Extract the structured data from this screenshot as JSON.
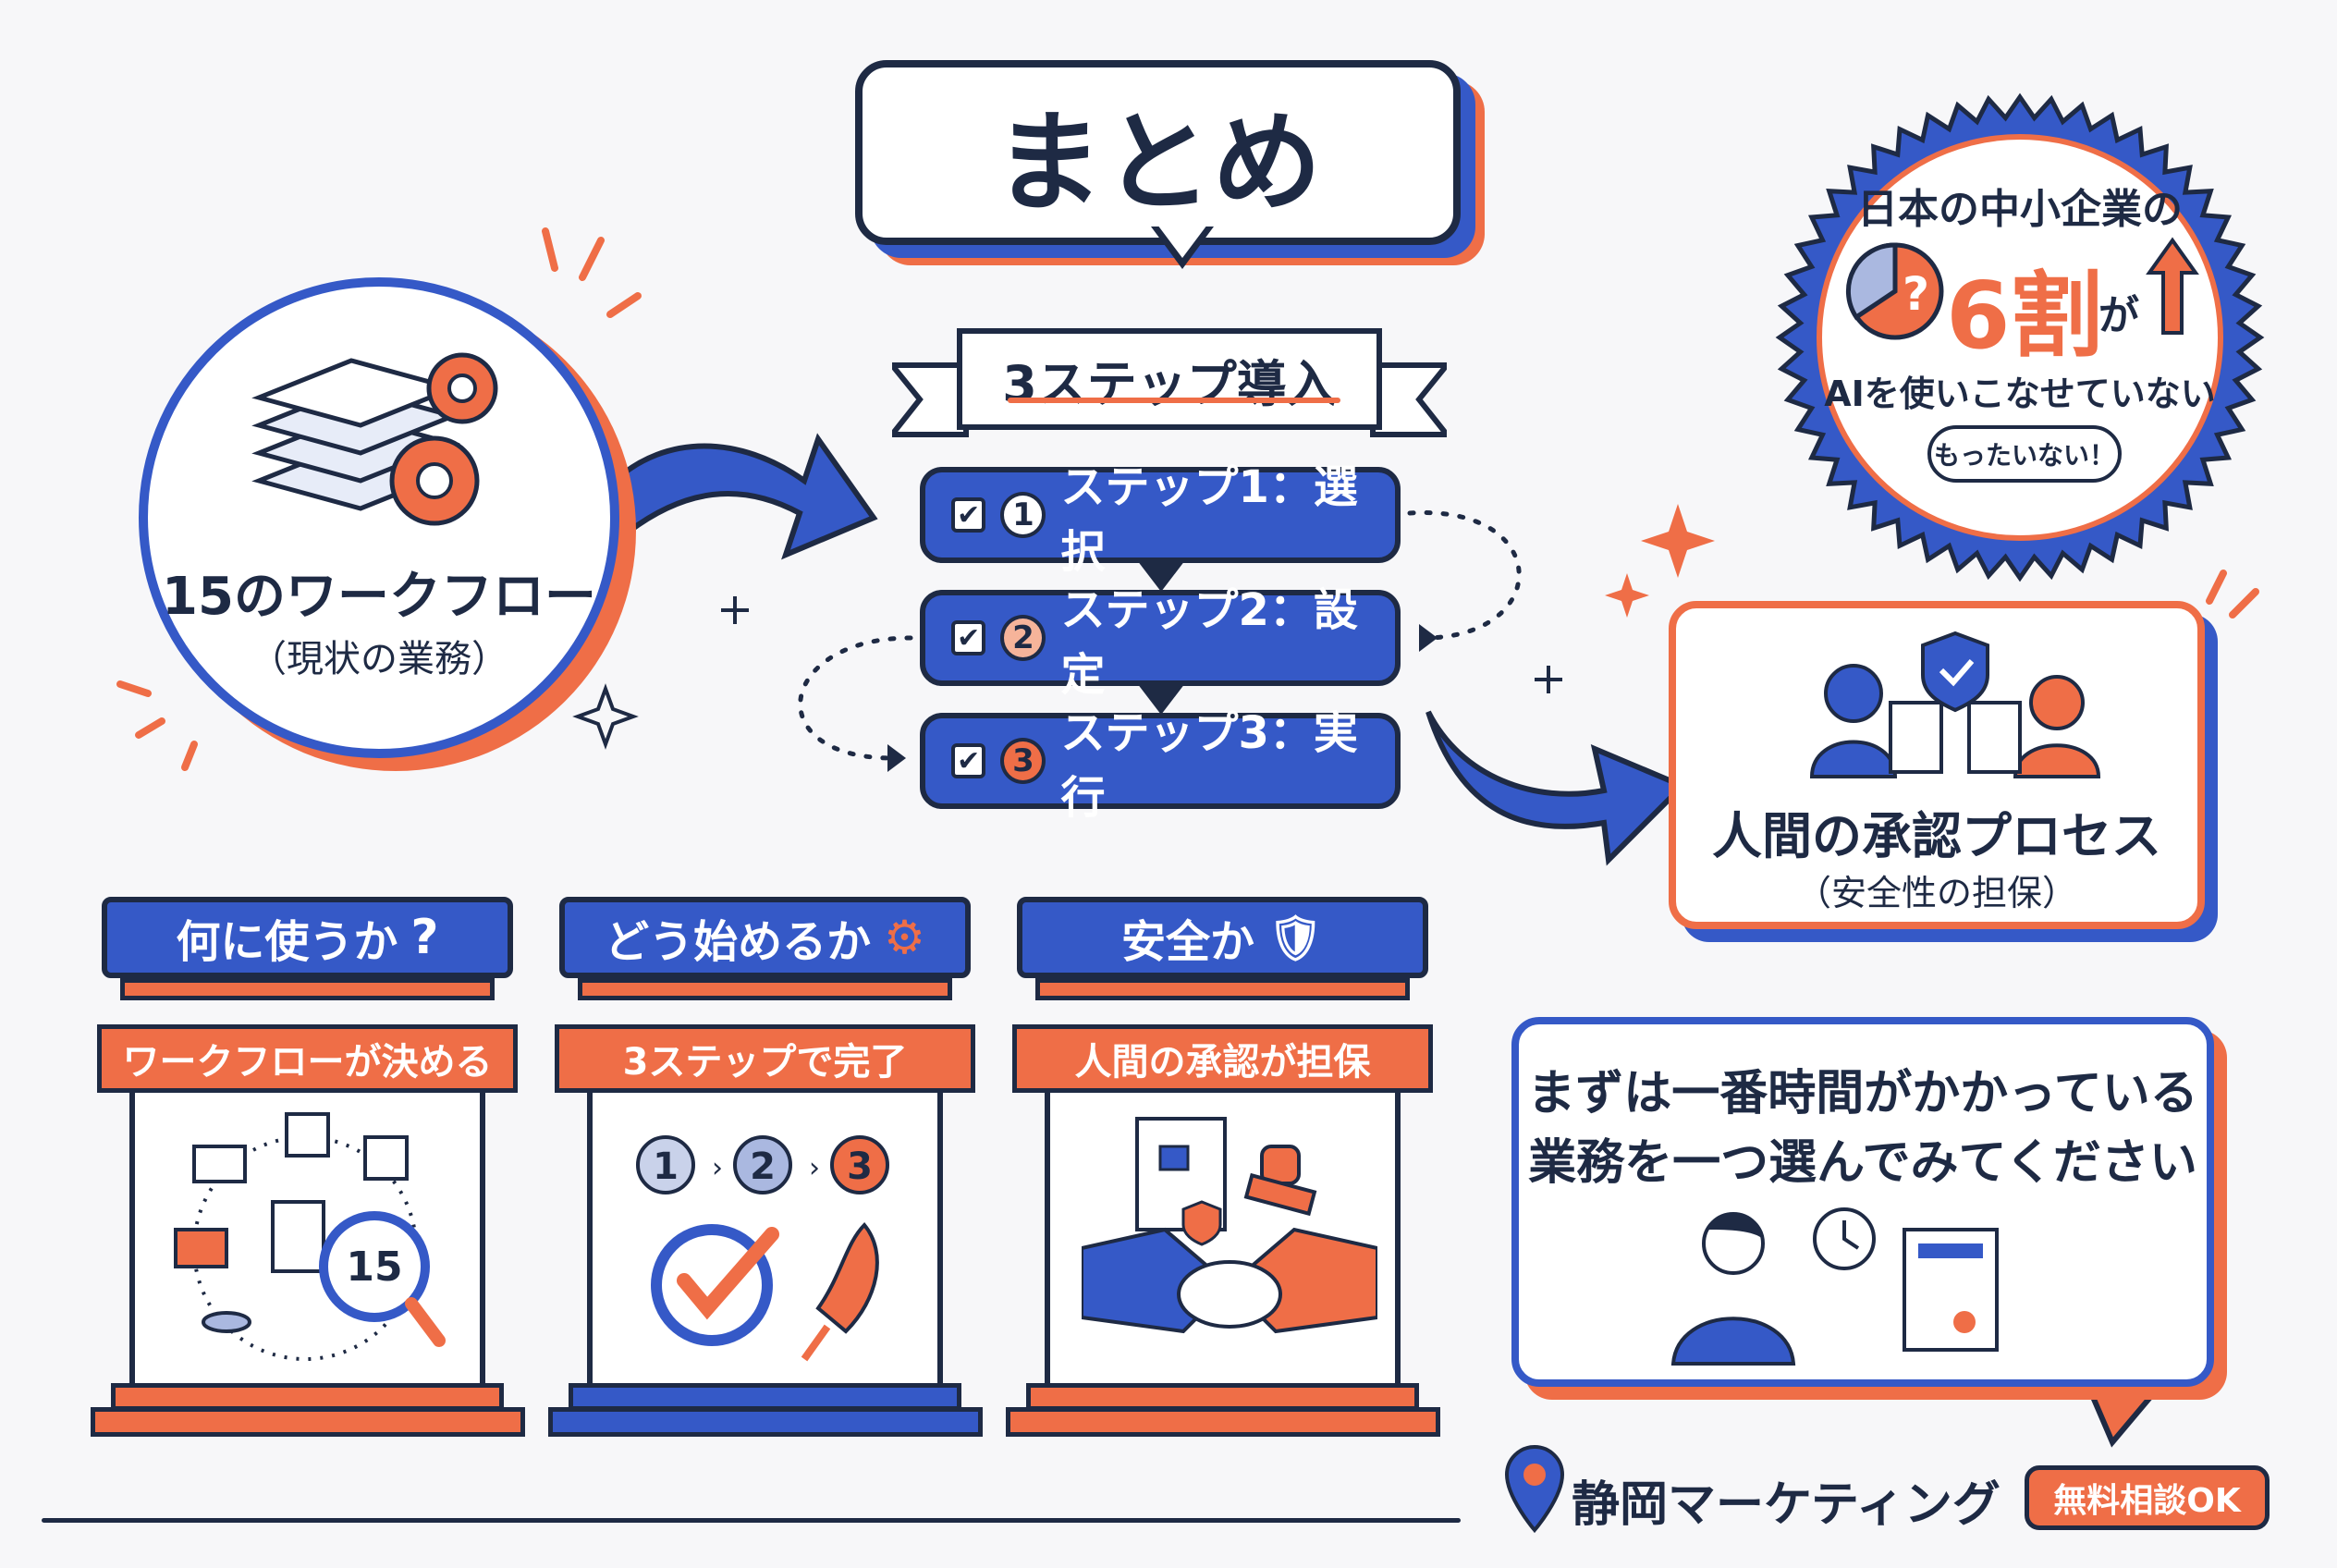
{
  "title": "まとめ",
  "current": {
    "main": "15のワークフロー",
    "sub": "（現状の業務）"
  },
  "ribbon": "3ステップ導入",
  "steps": [
    {
      "num": "1",
      "label": "ステップ1：選択"
    },
    {
      "num": "2",
      "label": "ステップ2：設定"
    },
    {
      "num": "3",
      "label": "ステップ3：実行"
    }
  ],
  "badge": {
    "line1": "日本の中小企業の",
    "big": "6割",
    "ga": "が",
    "line3": "AIを使いこなせていない",
    "bubble": "もったいない！"
  },
  "approval": {
    "main": "人間の承認プロセス",
    "sub": "（安全性の担保）"
  },
  "columns": [
    {
      "head": "何に使うか",
      "ribbon": "ワークフローが決める",
      "count": "15"
    },
    {
      "head": "どう始めるか",
      "ribbon": "3ステップで完了",
      "seq": [
        "1",
        "2",
        "3"
      ]
    },
    {
      "head": "安全か",
      "ribbon": "人間の承認が担保"
    }
  ],
  "cta": {
    "line1": "まずは一番時間がかかっている",
    "line2": "業務を一つ選んでみてください"
  },
  "footer": {
    "company": "静岡マーケティング",
    "consult": "無料相談OK"
  },
  "colors": {
    "blue": "#3559c7",
    "orange": "#ef6e47",
    "navy": "#1e2a44"
  }
}
